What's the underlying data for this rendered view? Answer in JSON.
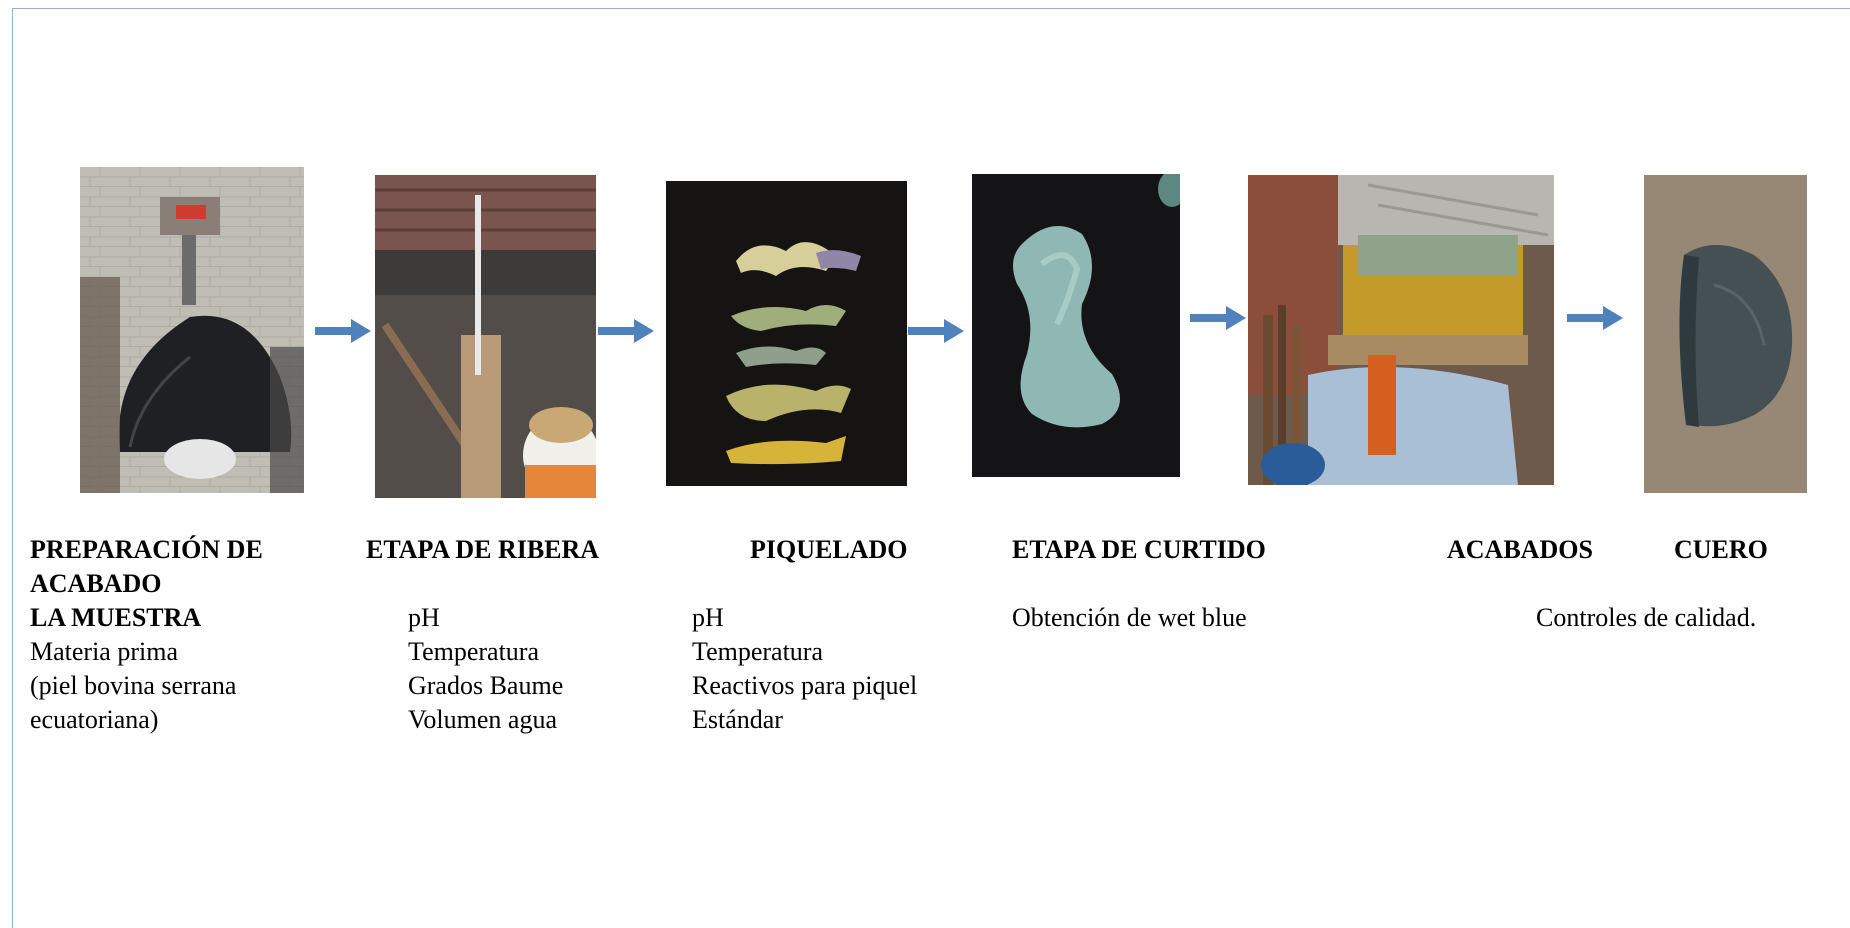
{
  "stages": [
    {
      "title": "PREPARACIÓN DE",
      "title_extra": "ACABADO",
      "title_line2": "LA MUESTRA",
      "details": [
        "Materia prima",
        "(piel bovina serrana",
        "ecuatoriana)"
      ]
    },
    {
      "title": "ETAPA DE RIBERA",
      "details": [
        "pH",
        "Temperatura",
        "Grados Baume",
        "Volumen agua"
      ]
    },
    {
      "title": "PIQUELADO",
      "details": [
        "pH",
        "Temperatura",
        "Reactivos para piquel",
        "Estándar"
      ]
    },
    {
      "title": "ETAPA DE CURTIDO",
      "details": [
        "Obtención de wet blue"
      ]
    },
    {
      "title": "ACABADOS",
      "details": []
    },
    {
      "title": "CUERO",
      "details": [
        "Controles de calidad."
      ]
    }
  ],
  "colors": {
    "arrow": "#4f81bd",
    "frame": "#8fb0d8"
  }
}
